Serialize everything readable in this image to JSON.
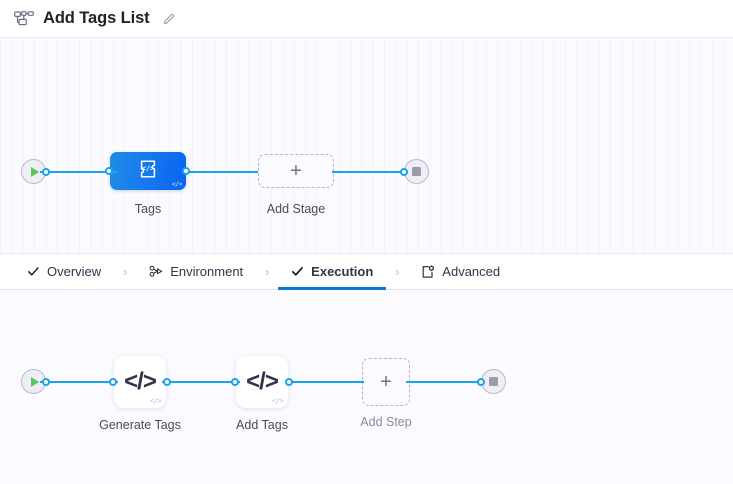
{
  "header": {
    "icon": "pipeline-icon",
    "title": "Add Tags List",
    "edit_icon": "pencil-edit-icon"
  },
  "stage_canvas": {
    "start_node": {
      "icon": "play-icon",
      "label": ""
    },
    "nodes": [
      {
        "id": "tags",
        "type": "stage",
        "label": "Tags",
        "icon": "code-block-icon",
        "badge": "</>",
        "color": "#0b63f0"
      },
      {
        "id": "add-stage",
        "type": "add",
        "label": "Add Stage",
        "icon": "plus-icon"
      }
    ],
    "end_node": {
      "icon": "stop-icon"
    }
  },
  "tabs": [
    {
      "id": "overview",
      "label": "Overview",
      "icon": "check-icon",
      "active": false
    },
    {
      "id": "environment",
      "label": "Environment",
      "icon": "nodes-icon",
      "active": false
    },
    {
      "id": "execution",
      "label": "Execution",
      "icon": "check-icon",
      "active": true
    },
    {
      "id": "advanced",
      "label": "Advanced",
      "icon": "advanced-box-icon",
      "active": false
    }
  ],
  "tab_separator": "›",
  "step_canvas": {
    "start_node": {
      "icon": "play-icon"
    },
    "nodes": [
      {
        "id": "generate-tags",
        "type": "step",
        "label": "Generate Tags",
        "icon": "code-icon",
        "glyph": "</>",
        "badge": "</>"
      },
      {
        "id": "add-tags",
        "type": "step",
        "label": "Add Tags",
        "icon": "code-icon",
        "glyph": "</>",
        "badge": "</>"
      },
      {
        "id": "add-step",
        "type": "add",
        "label": "Add Step",
        "icon": "plus-icon"
      }
    ],
    "end_node": {
      "icon": "stop-icon"
    }
  },
  "colors": {
    "accent_blue": "#19a3e8",
    "active_tab_underline": "#0b7ad4",
    "stage_node": "#0b63f0",
    "canvas_bg": "#fafaff",
    "start_green": "#5cc45c"
  }
}
